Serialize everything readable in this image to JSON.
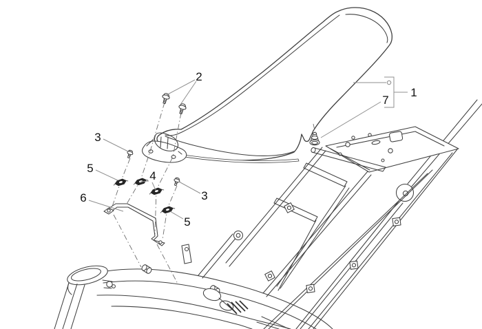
{
  "diagram": {
    "background_color": "#ffffff",
    "outline_color": "#3f3f3f",
    "leader_color": "#8f8f8f",
    "label_color": "#111111",
    "hardware_color": "#262626"
  },
  "callouts": [
    {
      "label": "1",
      "part": "saddle assembly"
    },
    {
      "label": "2",
      "part": "saddle front fixing bolts"
    },
    {
      "label": "3",
      "part": "bracket screw left"
    },
    {
      "label": "3",
      "part": "bracket screw right"
    },
    {
      "label": "4",
      "part": "center clip nuts"
    },
    {
      "label": "5",
      "part": "clip nut left"
    },
    {
      "label": "5",
      "part": "clip nut right"
    },
    {
      "label": "6",
      "part": "saddle support bracket"
    },
    {
      "label": "7",
      "part": "rubber buffer"
    }
  ]
}
